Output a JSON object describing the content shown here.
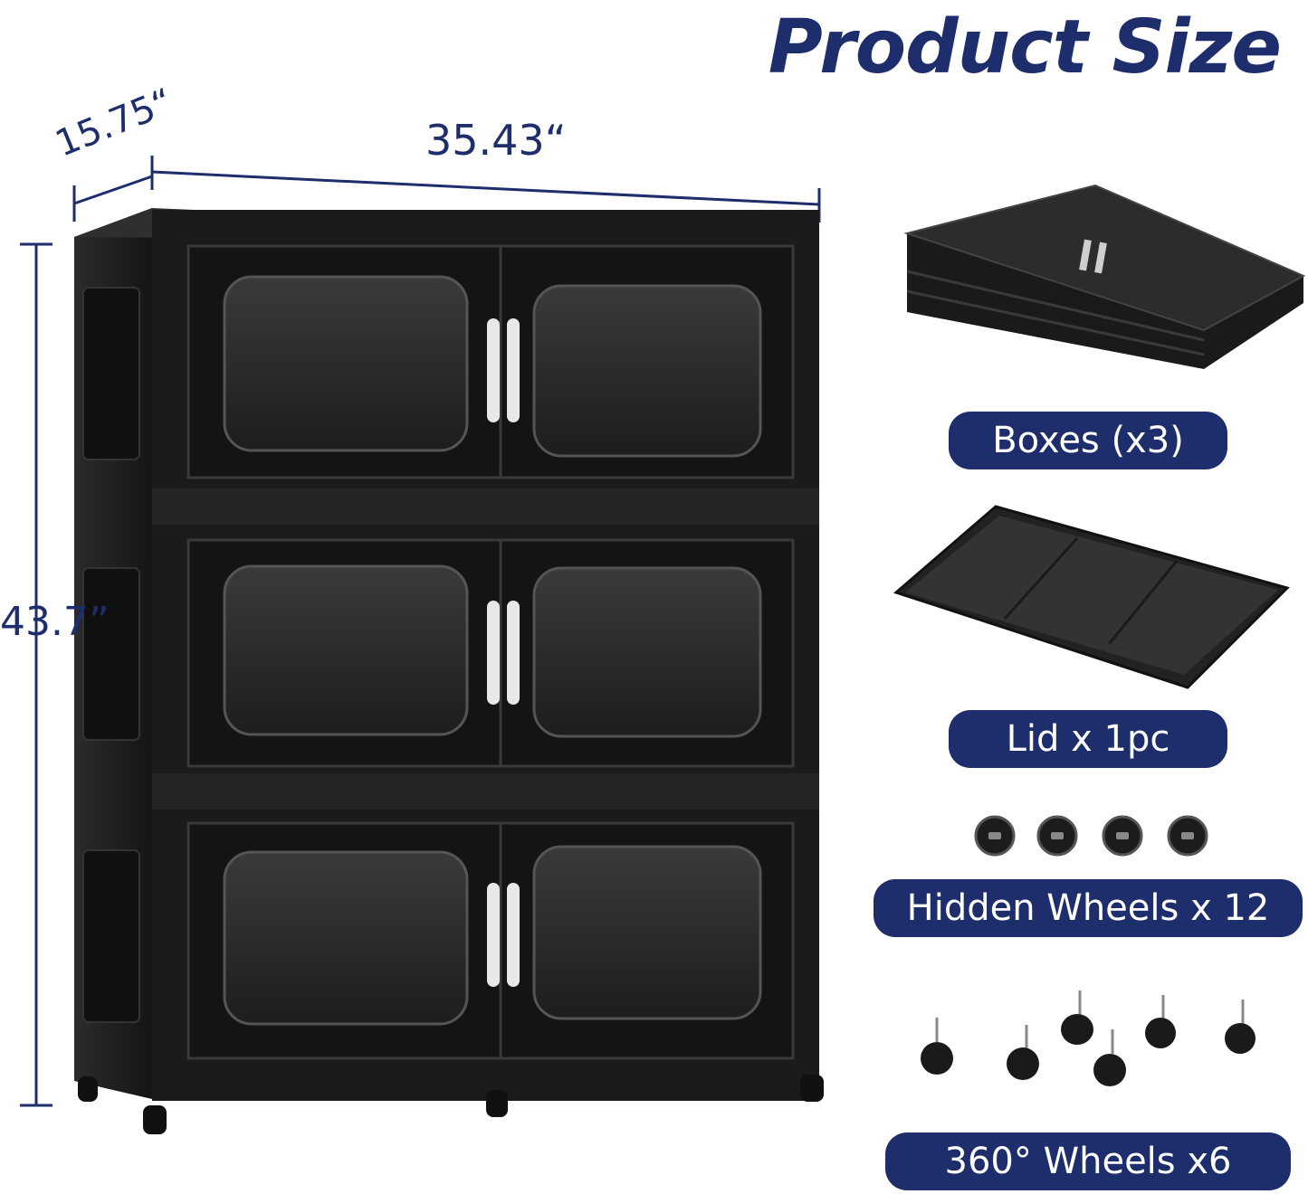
{
  "header": {
    "title": "Product Size"
  },
  "dimensions": {
    "depth": "15.75“",
    "width": "35.43“",
    "height": "43.7”"
  },
  "accessories": {
    "boxes_label": "Boxes (x3)",
    "lid_label": "Lid x 1pc",
    "hidden_wheels_label": "Hidden Wheels x 12",
    "swivel_wheels_label": "360° Wheels x6"
  },
  "colors": {
    "brand_navy": "#1e2d6b",
    "cabinet_black": "#1b1b1c",
    "door_glass": "#2a2a2c",
    "handle": "#e8e8e8"
  },
  "icons": [
    "cabinet-illustration",
    "folded-boxes-illustration",
    "lid-illustration",
    "hidden-wheel-icon",
    "caster-wheel-icon"
  ]
}
